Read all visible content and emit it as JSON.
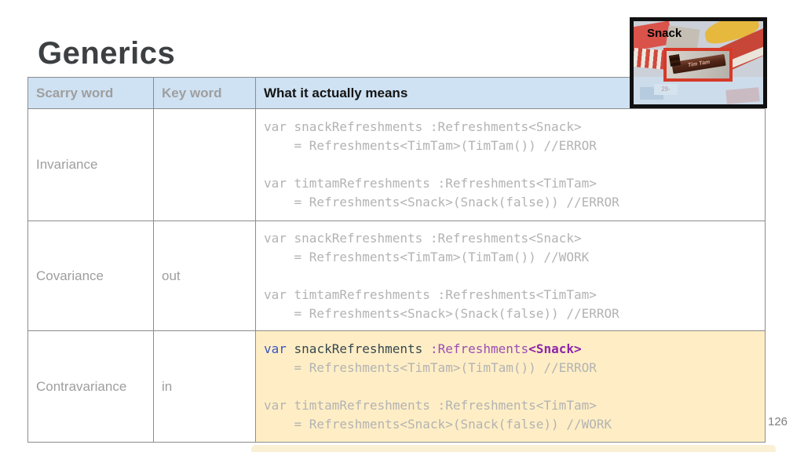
{
  "slide": {
    "title": "Generics",
    "page_number": "126"
  },
  "table": {
    "headers": [
      "Scarry word",
      "Key word",
      "What it actually means"
    ],
    "rows": [
      {
        "scary_word": "Invariance",
        "key_word": "",
        "code": {
          "l1": "var snackRefreshments :Refreshments<Snack>",
          "l2": "    = Refreshments<TimTam>(TimTam()) //ERROR",
          "l4": "var timtamRefreshments :Refreshments<TimTam>",
          "l5": "    = Refreshments<Snack>(Snack(false)) //ERROR"
        }
      },
      {
        "scary_word": "Covariance",
        "key_word": "out",
        "code": {
          "l1": "var snackRefreshments :Refreshments<Snack>",
          "l2": "    = Refreshments<TimTam>(TimTam()) //WORK",
          "l4": "var timtamRefreshments :Refreshments<TimTam>",
          "l5": "    = Refreshments<Snack>(Snack(false)) //ERROR"
        }
      },
      {
        "scary_word": "Contravariance",
        "key_word": "in",
        "code": {
          "l1_keyword": "var",
          "l1_identifier": " snackRefreshments ",
          "l1_type": ":Refreshments",
          "l1_generic": "<Snack>",
          "l2": "    = Refreshments<TimTam>(TimTam()) //ERROR",
          "l4": "var timtamRefreshments :Refreshments<TimTam>",
          "l5": "    = Refreshments<Snack>(Snack(false)) //WORK"
        }
      }
    ]
  },
  "snack_card": {
    "label": "Snack",
    "package_text": "Tim Tam",
    "price_tag": "29-"
  },
  "colors": {
    "header_bg": "#cfe2f3",
    "highlight_bg": "#ffeec5",
    "muted_text": "#9e9e9e",
    "code_text": "#b3b3b3",
    "keyword_blue": "#3b55c4",
    "identifier_dark": "#37474f",
    "type_purple": "#9a4fb5",
    "generic_purple": "#8e24aa",
    "frame_black": "#101010",
    "red_box_border": "#d63a2a",
    "title_gray": "#3c4043"
  }
}
